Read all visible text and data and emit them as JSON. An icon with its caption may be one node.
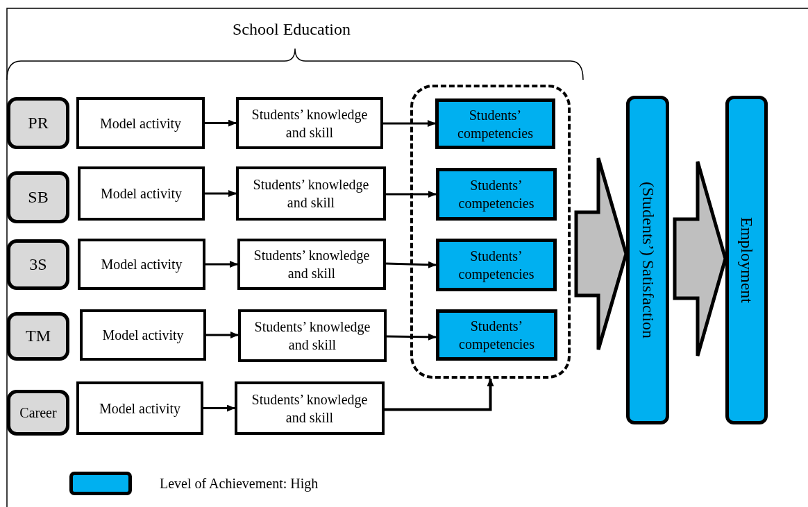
{
  "diagram": {
    "title": "School Education",
    "nodes": [
      {
        "text": [
          "PR"
        ]
      },
      {
        "text": [
          "Model activity"
        ]
      },
      {
        "text": [
          "Students’ knowledge and skill"
        ]
      },
      {
        "text": [
          "SB"
        ]
      },
      {
        "text": [
          "Model activity"
        ]
      },
      {
        "text": [
          "Students’ knowledge and skill"
        ]
      },
      {
        "text": [
          "3S"
        ]
      },
      {
        "text": [
          "Model activity"
        ]
      },
      {
        "text": [
          "Students’ knowledge and skill"
        ]
      },
      {
        "text": [
          "TM"
        ]
      },
      {
        "text": [
          "Model activity"
        ]
      },
      {
        "text": [
          "Students’ knowledge and skill"
        ]
      },
      {
        "text": [
          "Career"
        ]
      },
      {
        "text": [
          "Model activity"
        ]
      },
      {
        "text": [
          "Students’ knowledge and skill"
        ]
      },
      {
        "text": [],
        "shape": "box"
      },
      {
        "text": [
          "Students’ competencies"
        ],
        "in": 15
      },
      {
        "text": [
          "Students’ competencies"
        ],
        "in": 15
      },
      {
        "text": [
          "Students’ competencies"
        ],
        "in": 15
      },
      {
        "text": [
          "Students’ competencies"
        ],
        "in": 15
      },
      {
        "text": [
          "(Students’) Satisfaction"
        ]
      },
      {
        "text": [
          "Employment"
        ]
      }
    ],
    "edges": [
      {
        "from": 1,
        "to": 2,
        "arrow": "to"
      },
      {
        "from": 2,
        "to": 16,
        "arrow": "to"
      },
      {
        "from": 4,
        "to": 5,
        "arrow": "to"
      },
      {
        "from": 5,
        "to": 17,
        "arrow": "to"
      },
      {
        "from": 7,
        "to": 8,
        "arrow": "to"
      },
      {
        "from": 8,
        "to": 18,
        "arrow": "to"
      },
      {
        "from": 10,
        "to": 11,
        "arrow": "to"
      },
      {
        "from": 11,
        "to": 19,
        "arrow": "to"
      },
      {
        "from": 13,
        "to": 14,
        "arrow": "to"
      },
      {
        "from": 14,
        "to": 15,
        "arrow": "to"
      },
      {
        "from": 15,
        "to": 20,
        "arrow": "to",
        "style": "thick"
      },
      {
        "from": 20,
        "to": 21,
        "arrow": "to",
        "style": "thick"
      }
    ],
    "legend": [
      {
        "text": "Level of Achievement: High",
        "color": "#00b0f0"
      }
    ]
  }
}
